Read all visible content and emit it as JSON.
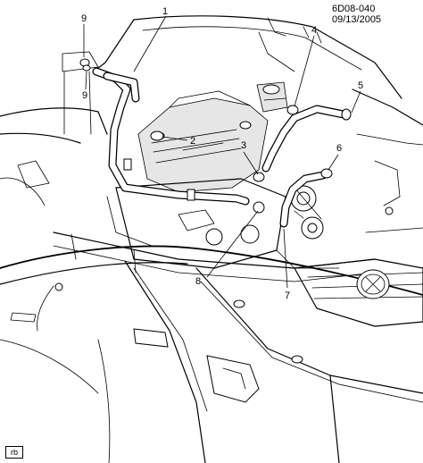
{
  "header": {
    "drawing_ref": "6D08-040",
    "date": "09/13/2005"
  },
  "callouts": [
    {
      "id": "c1",
      "label": "1"
    },
    {
      "id": "c2",
      "label": "2"
    },
    {
      "id": "c3",
      "label": "3"
    },
    {
      "id": "c4",
      "label": "4"
    },
    {
      "id": "c5",
      "label": "5"
    },
    {
      "id": "c6",
      "label": "6"
    },
    {
      "id": "c7",
      "label": "7"
    },
    {
      "id": "c8",
      "label": "8"
    },
    {
      "id": "c9a",
      "label": "9"
    },
    {
      "id": "c9b",
      "label": "9"
    }
  ],
  "footer": {
    "corner_tag": "rb"
  },
  "colors": {
    "line": "#000000",
    "background": "#ffffff",
    "shade": "#e6e6e6"
  }
}
